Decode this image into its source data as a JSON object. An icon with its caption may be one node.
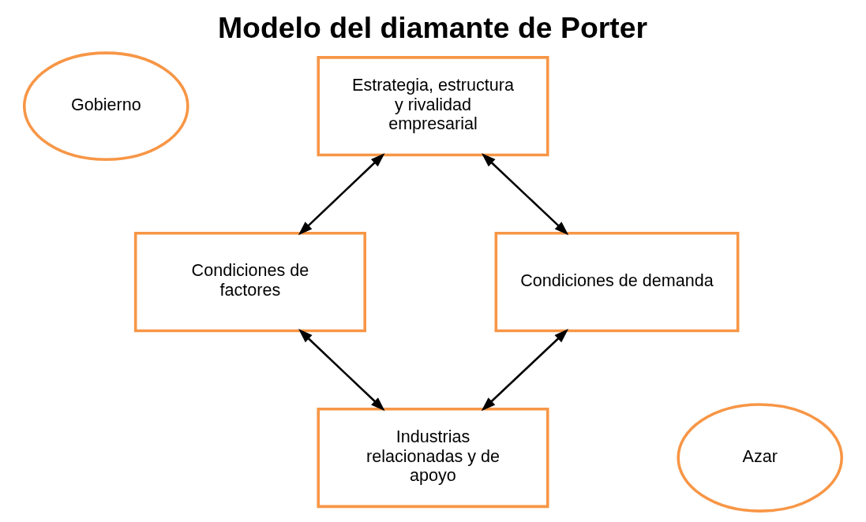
{
  "diagram": {
    "title": "Modelo del diamante de Porter",
    "nodes": [
      {
        "text": [
          "Gobierno"
        ]
      },
      {
        "text": [
          "Estrategia, estructura y rivalidad empresarial"
        ]
      },
      {
        "text": [
          "Condiciones de factores"
        ]
      },
      {
        "text": [
          "Condiciones de demanda"
        ]
      },
      {
        "text": [
          "Industrias relacionadas y de apoyo"
        ]
      },
      {
        "text": [
          "Azar"
        ]
      }
    ],
    "edges": [
      {
        "from": 1,
        "to": 2,
        "arrow": "both"
      },
      {
        "from": 1,
        "to": 3,
        "arrow": "both"
      },
      {
        "from": 2,
        "to": 4,
        "arrow": "both"
      },
      {
        "from": 3,
        "to": 4,
        "arrow": "both"
      }
    ]
  }
}
